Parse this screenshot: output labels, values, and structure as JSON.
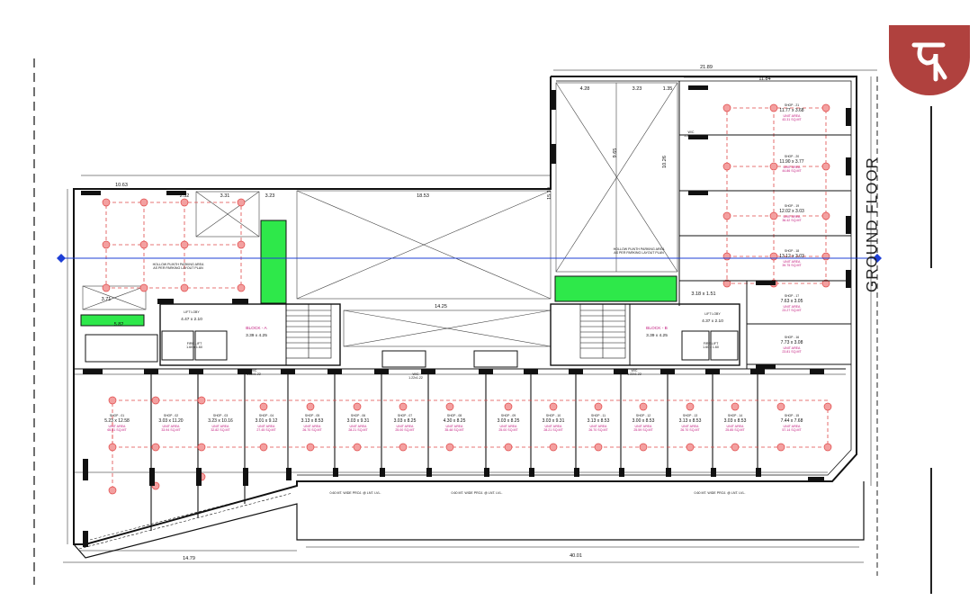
{
  "title": "GROUND FLOOR",
  "logo": {
    "icon": "brand-glyph-icon",
    "color": "#b0413e"
  },
  "colors": {
    "wall": "#111111",
    "unit_box": "#e04848",
    "unit_area": "#c0147a",
    "axis": "#1e3fd6",
    "service": "#2ee84a"
  },
  "dimensions": {
    "top_overall": "21.89",
    "top_right": "11.84",
    "top_mid": "4.28",
    "top_mid2": "3.23",
    "top_mid3": "1.35",
    "left_wing": "10.63",
    "center_span": "18.53",
    "stair_a": "2.32",
    "stair_b": "3.31",
    "stair_c": "3.23",
    "corridor": "14.25",
    "bottom_left": "14.79",
    "bottom_mid": "40.01",
    "vertical_right": "15.19",
    "vertical_mid": "9.65",
    "vertical_right2": "10.26",
    "left_dim": "3.71",
    "left_dim2": "5.82",
    "lift_right": "3.18 x 1.51"
  },
  "blocks": [
    {
      "name": "BLOCK - A",
      "size": "3.39 x 4.25"
    },
    {
      "name": "BLOCK - B",
      "size": "3.39 x 4.25"
    }
  ],
  "lifts": [
    {
      "label": "LIFT LOBY",
      "size": "4.47 x 2.10"
    },
    {
      "label": "LIFT LOBY",
      "size": "4.37 x 2.10"
    }
  ],
  "notes": {
    "parking_left": "HOLLOW PLINTH PARKING AREA\nAS PER PARKING LAYOUT PLAN",
    "parking_right": "HOLLOW PLINTH PARKING AREA\nAS PER PARKING LAYOUT PLAN",
    "road_bottom": "0.60 MT. WIDE PROJ. @ LNT. LVL."
  },
  "shops_bottom": [
    {
      "name": "SHOP - 01",
      "size": "5.23 x 12.58",
      "unit": "UNIT AREA\n65.81 SQ.MT"
    },
    {
      "name": "SHOP - 02",
      "size": "3.03 x 11.20",
      "unit": "UNIT AREA\n33.94 SQ.MT"
    },
    {
      "name": "SHOP - 03",
      "size": "3.23 x 10.16",
      "unit": "UNIT AREA\n32.82 SQ.MT"
    },
    {
      "name": "SHOP - 04",
      "size": "3.01 x 9.12",
      "unit": "UNIT AREA\n27.45 SQ.MT"
    },
    {
      "name": "SHOP - 05",
      "size": "3.13 x 8.53",
      "unit": "UNIT AREA\n26.70 SQ.MT"
    },
    {
      "name": "SHOP - 06",
      "size": "3.03 x 9.31",
      "unit": "UNIT AREA\n28.21 SQ.MT"
    },
    {
      "name": "SHOP - 07",
      "size": "3.03 x 8.25",
      "unit": "UNIT AREA\n25.00 SQ.MT"
    },
    {
      "name": "SHOP - 08",
      "size": "4.30 x 8.25",
      "unit": "UNIT AREA\n35.48 SQ.MT"
    },
    {
      "name": "SHOP - 09",
      "size": "3.03 x 8.25",
      "unit": "UNIT AREA\n25.00 SQ.MT"
    },
    {
      "name": "SHOP - 10",
      "size": "3.03 x 9.31",
      "unit": "UNIT AREA\n28.21 SQ.MT"
    },
    {
      "name": "SHOP - 11",
      "size": "3.13 x 8.53",
      "unit": "UNIT AREA\n26.70 SQ.MT"
    },
    {
      "name": "SHOP - 12",
      "size": "3.00 x 8.53",
      "unit": "UNIT AREA\n25.59 SQ.MT"
    },
    {
      "name": "SHOP - 13",
      "size": "3.13 x 8.53",
      "unit": "UNIT AREA\n26.70 SQ.MT"
    },
    {
      "name": "SHOP - 14",
      "size": "3.03 x 8.53",
      "unit": "UNIT AREA\n25.85 SQ.MT"
    },
    {
      "name": "SHOP - 15",
      "size": "7.44 x 7.68",
      "unit": "UNIT AREA\n57.14 SQ.MT"
    }
  ],
  "shops_right": [
    {
      "name": "SHOP - 21",
      "size": "11.77 x 3.68",
      "unit": "UNIT AREA\n43.31 SQ.MT"
    },
    {
      "name": "SHOP - 20",
      "size": "11.90 x 3.77",
      "unit": "UNIT AREA\n44.86 SQ.MT"
    },
    {
      "name": "SHOP - 19",
      "size": "12.02 x 3.03",
      "unit": "UNIT AREA\n36.42 SQ.MT"
    },
    {
      "name": "SHOP - 18",
      "size": "13.12 x 3.03",
      "unit": "UNIT AREA\n39.75 SQ.MT"
    },
    {
      "name": "SHOP - 17",
      "size": "7.63 x 3.05",
      "unit": "UNIT AREA\n23.27 SQ.MT"
    },
    {
      "name": "SHOP - 16",
      "size": "7.73 x 3.08",
      "unit": "UNIT AREA\n23.81 SQ.MT"
    }
  ],
  "wc": [
    "W/C\n1.22x1.22",
    "W/C\n1.22x1.22",
    "W/C\n1.22x1.22",
    "W/C\n1.22x1.22"
  ],
  "fire": [
    "FIRE LIFT\n1.60 x 1.60",
    "FIRE LIFT\n1.60 x 1.60"
  ]
}
